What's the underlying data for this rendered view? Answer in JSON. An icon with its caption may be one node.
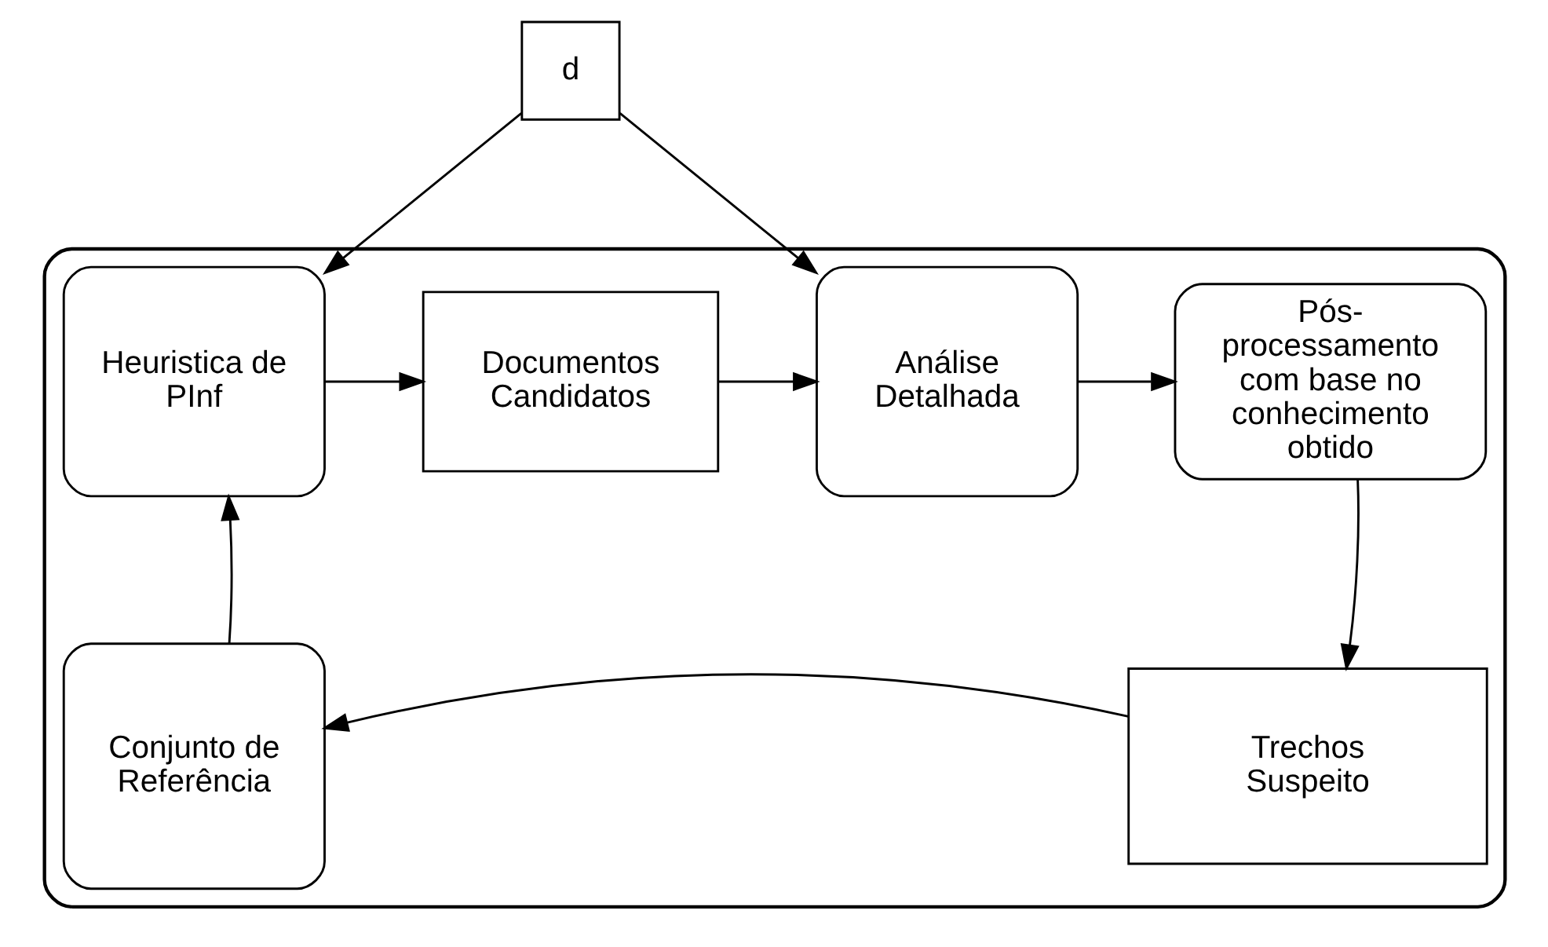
{
  "diagram": {
    "nodes": [
      {
        "text": [
          "d"
        ]
      },
      {
        "text": [],
        "shape": "box"
      },
      {
        "text": [
          "Heuristica de PInf"
        ],
        "in": 1
      },
      {
        "text": [
          "Documentos Candidatos"
        ],
        "in": 1
      },
      {
        "text": [
          "Análise Detalhada"
        ],
        "in": 1
      },
      {
        "text": [
          "Pós- processamento com base no conhecimento obtido"
        ],
        "in": 1
      },
      {
        "text": [
          "Trechos Suspeito"
        ],
        "in": 1
      },
      {
        "text": [
          "Conjunto de Referência"
        ],
        "in": 1
      }
    ],
    "edges": [
      {
        "from": 0,
        "to": 2,
        "arrow": "to"
      },
      {
        "from": 0,
        "to": 4,
        "arrow": "to"
      },
      {
        "from": 2,
        "to": 3,
        "arrow": "to"
      },
      {
        "from": 3,
        "to": 4,
        "arrow": "to"
      },
      {
        "from": 4,
        "to": 5,
        "arrow": "to"
      },
      {
        "from": 5,
        "to": 6,
        "arrow": "to"
      },
      {
        "from": 6,
        "to": 7,
        "arrow": "to"
      },
      {
        "from": 7,
        "to": 2,
        "arrow": "to"
      }
    ]
  }
}
